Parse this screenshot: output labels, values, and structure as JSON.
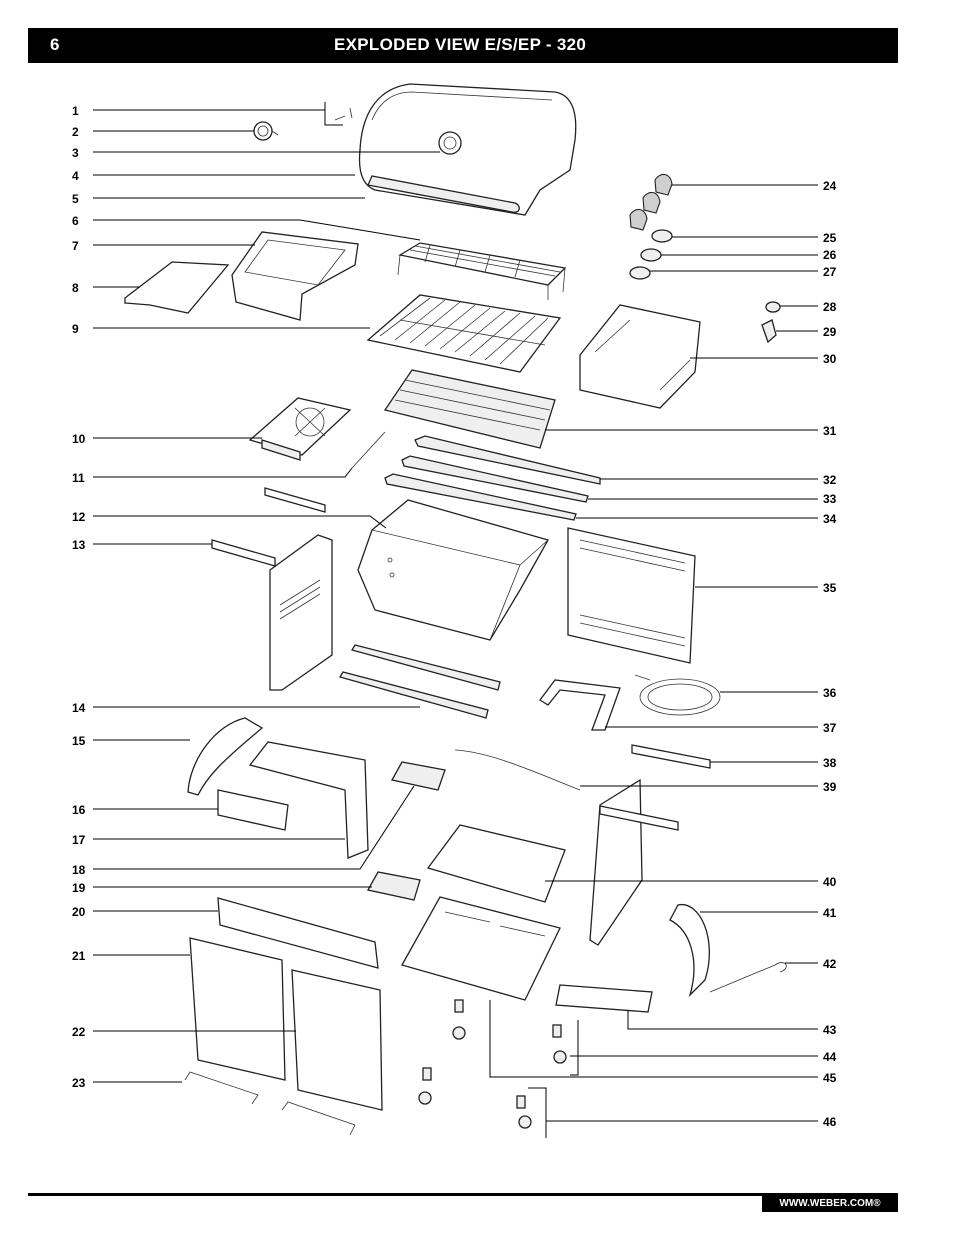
{
  "header": {
    "page_number": "6",
    "title": "EXPLODED VIEW  E/S/EP - 320"
  },
  "footer": {
    "url": "WWW.WEBER.COM®"
  },
  "callouts": [
    "1",
    "2",
    "3",
    "4",
    "5",
    "6",
    "7",
    "8",
    "9",
    "10",
    "11",
    "12",
    "13",
    "14",
    "15",
    "16",
    "17",
    "18",
    "19",
    "20",
    "21",
    "22",
    "23",
    "24",
    "25",
    "26",
    "27",
    "28",
    "29",
    "30",
    "31",
    "32",
    "33",
    "34",
    "35",
    "36",
    "37",
    "38",
    "39",
    "40",
    "41",
    "42",
    "43",
    "44",
    "45",
    "46"
  ]
}
